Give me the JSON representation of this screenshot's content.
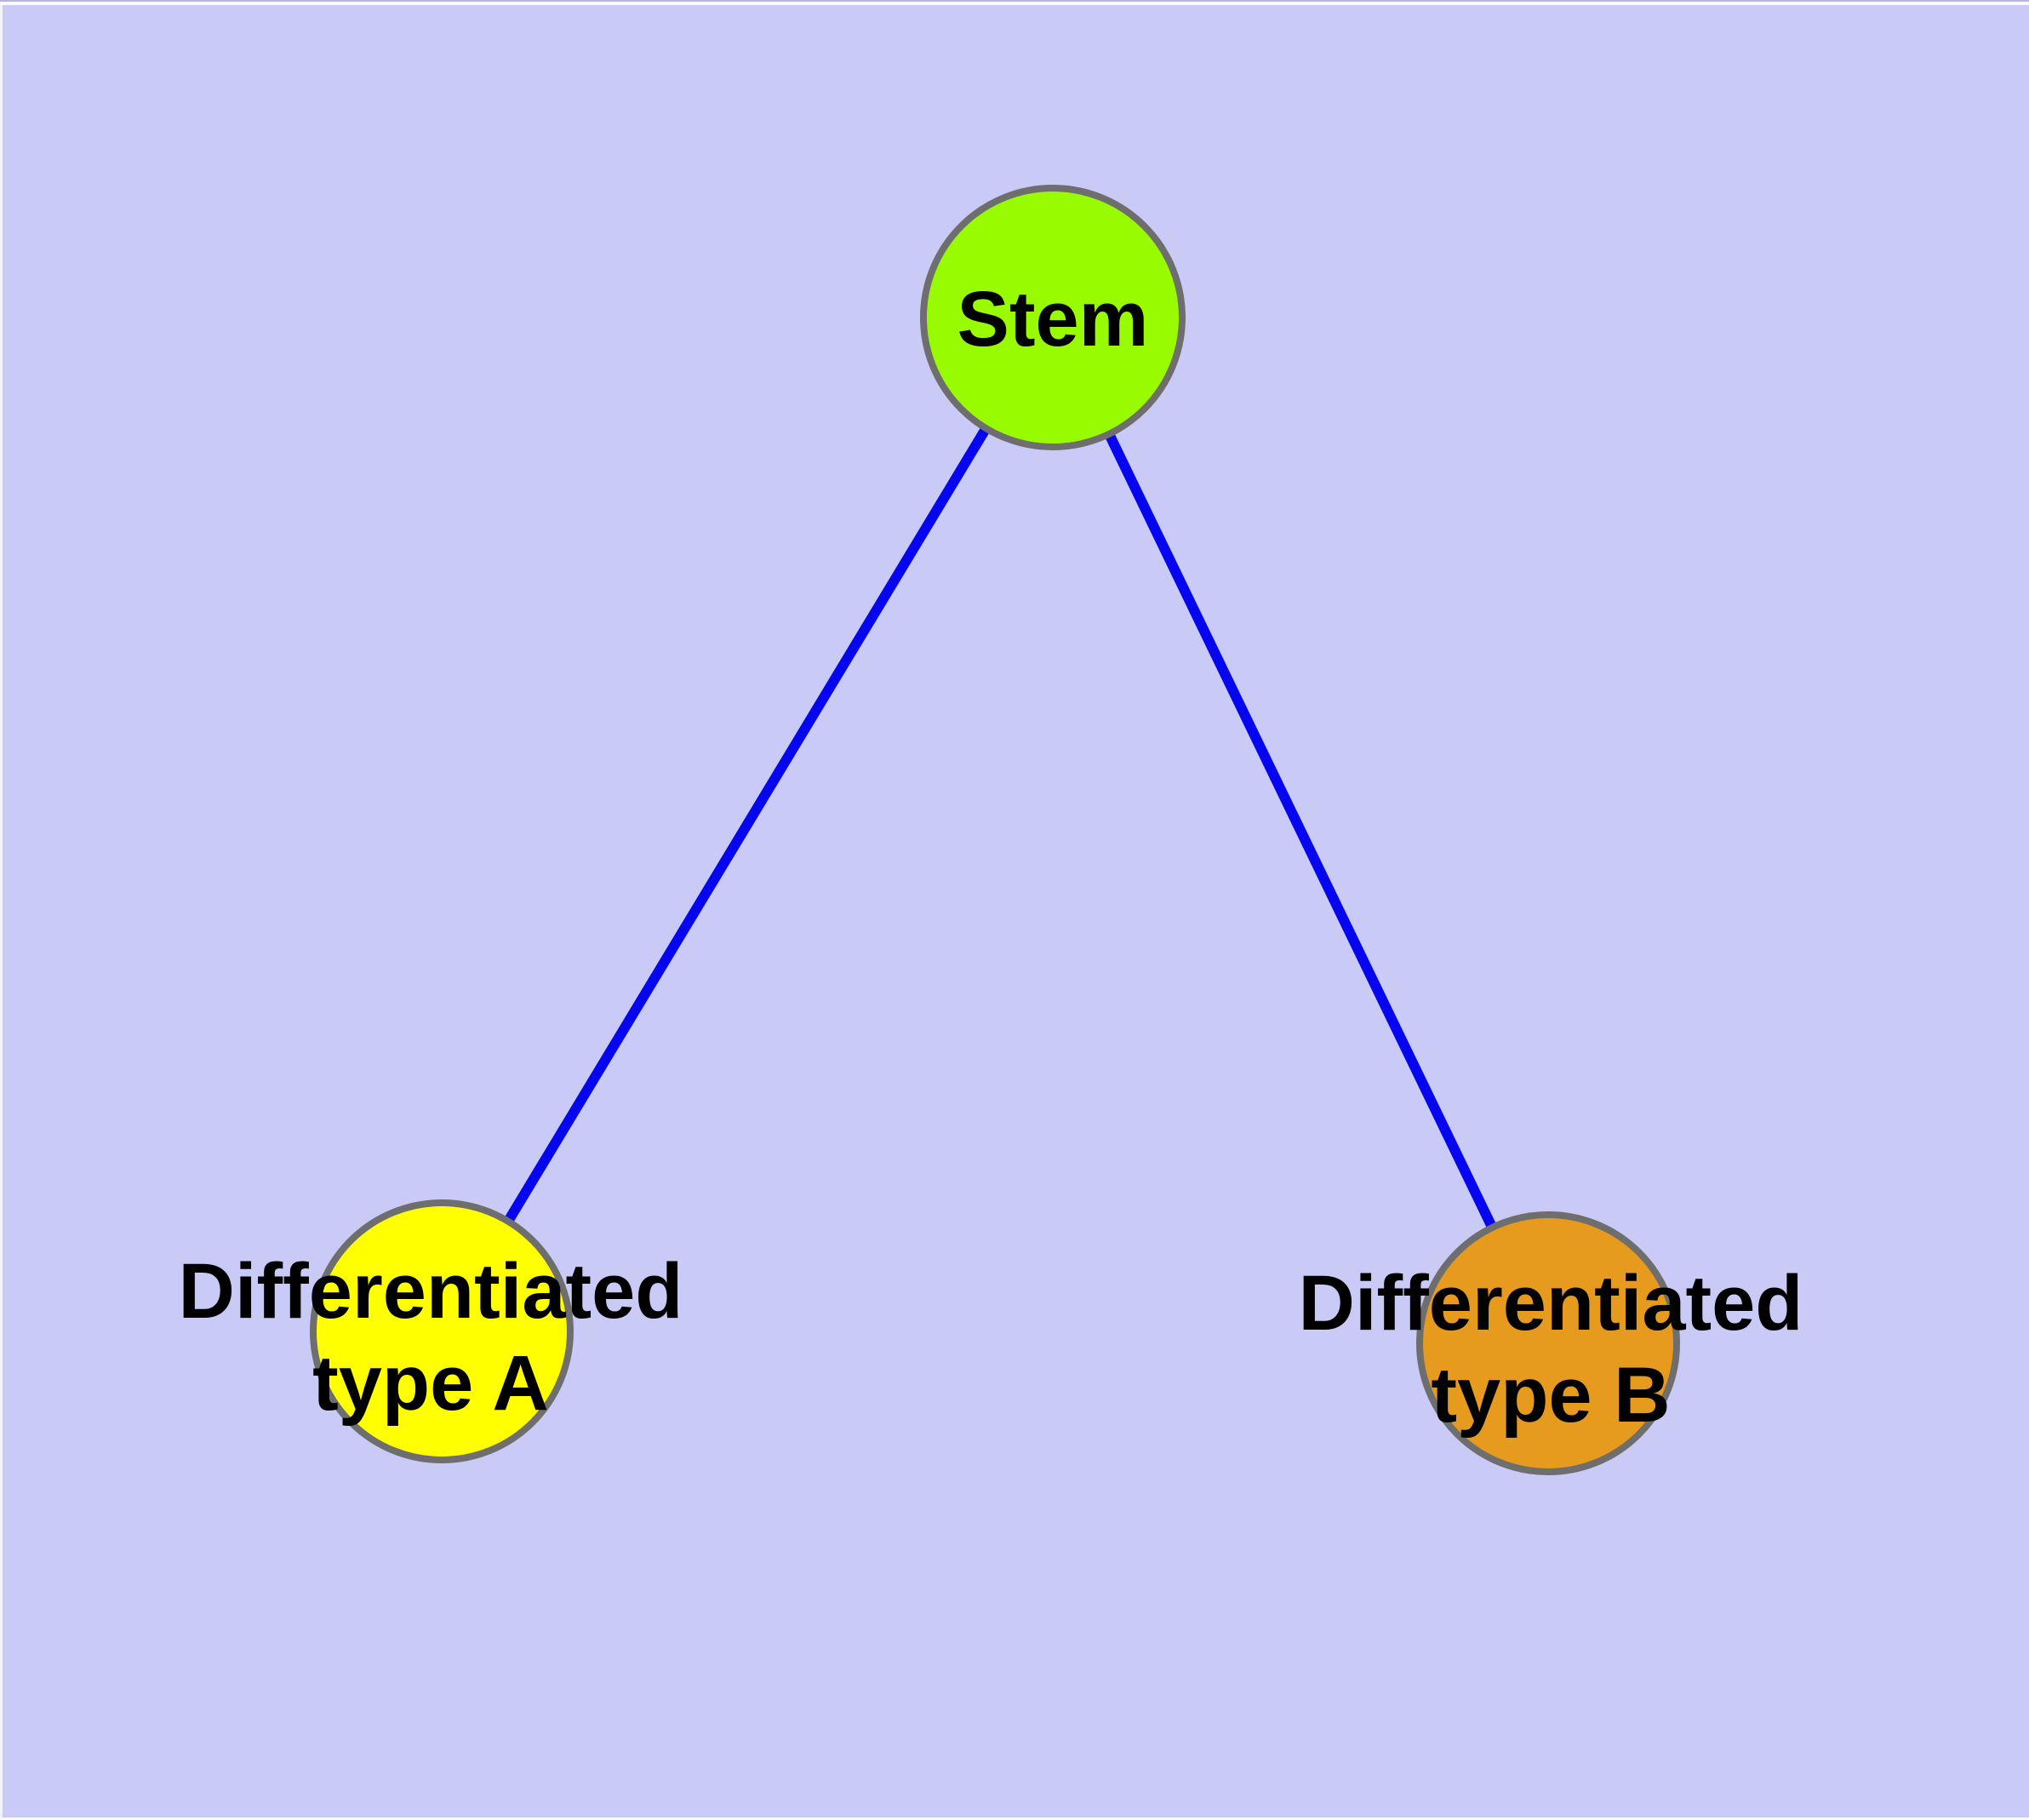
{
  "diagram": {
    "background_color": "#CACAF7",
    "edge_color": "#0505F0",
    "node_border_color": "#6E6E6E",
    "label_color": "#000000",
    "nodes": [
      {
        "id": "stem",
        "label_lines": [
          "Stem"
        ],
        "fill": "#98FB00"
      },
      {
        "id": "differentiated-type-a",
        "label_lines": [
          "Differentiated",
          "type A"
        ],
        "fill": "#FFFF00"
      },
      {
        "id": "differentiated-type-b",
        "label_lines": [
          "Differentiated",
          "type B"
        ],
        "fill": "#E69A1E"
      }
    ],
    "edges": [
      {
        "from": "stem",
        "to": "differentiated-type-a"
      },
      {
        "from": "stem",
        "to": "differentiated-type-b"
      }
    ]
  }
}
